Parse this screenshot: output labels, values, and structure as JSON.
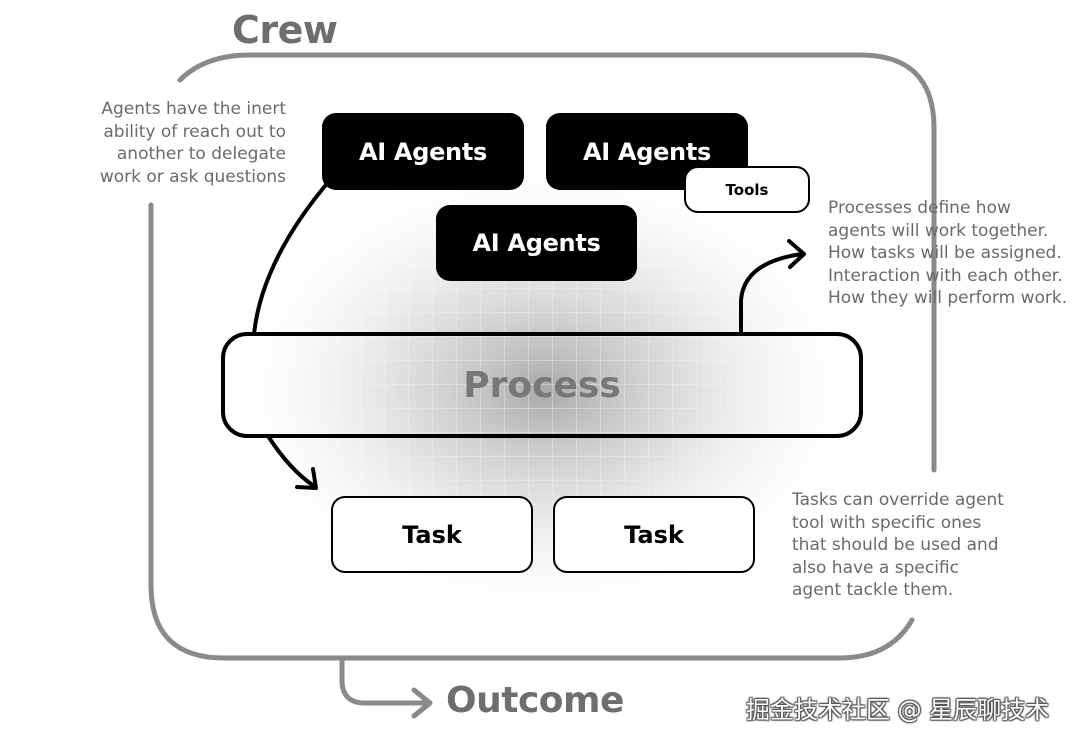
{
  "crew": {
    "title": "Crew"
  },
  "agents": [
    {
      "label": "AI Agents"
    },
    {
      "label": "AI Agents"
    },
    {
      "label": "AI Agents"
    }
  ],
  "tools": {
    "label": "Tools"
  },
  "process": {
    "label": "Process"
  },
  "tasks": [
    {
      "label": "Task"
    },
    {
      "label": "Task"
    }
  ],
  "outcome": {
    "label": "Outcome"
  },
  "notes": {
    "agents": [
      "Agents have the inert",
      "ability of reach out to",
      "another to delegate",
      "work or ask questions"
    ],
    "process": [
      "Processes define how",
      "agents will work together.",
      "How tasks will be assigned.",
      "Interaction with each other.",
      "How they will perform work."
    ],
    "tasks": [
      "Tasks can override agent",
      "tool with specific ones",
      "that should be used and",
      "also have a specific",
      "agent tackle them."
    ]
  },
  "watermark": "掘金技术社区 @ 星辰聊技术",
  "colors": {
    "frame": "#8a8a8a",
    "agent_fill": "#000000",
    "note_text": "#6a6a6a",
    "title_text": "#6e6e6e"
  }
}
